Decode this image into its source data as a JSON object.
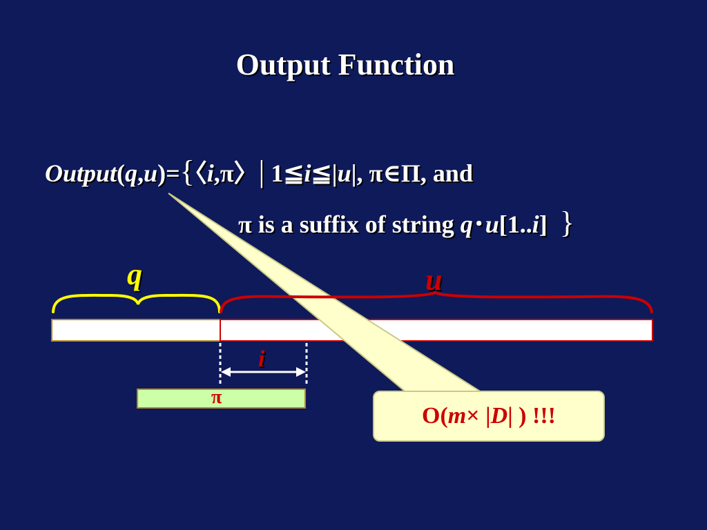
{
  "slide": {
    "title": "Output Function"
  },
  "formula": {
    "lhs_func": "Output",
    "lhs_open": "(",
    "lhs_q": "q",
    "lhs_comma": ",",
    "lhs_u": "u",
    "lhs_close": ")=",
    "brace_open": "{",
    "angle_open": "〈",
    "var_i": "i",
    "pair_rest": ",π",
    "angle_close": "〉",
    "bar": "|",
    "cond_start": " 1≦",
    "cond_i": "i",
    "cond_mid": "≦|",
    "cond_u": "u",
    "cond_end": "|, π∈Π, and",
    "line2_text": "π is a suffix of string ",
    "line2_q": "q",
    "line2_dot": "･",
    "line2_u": "u",
    "line2_range_open": "[1..",
    "line2_i": "i",
    "line2_range_close": "]",
    "brace_close": "}"
  },
  "diagram": {
    "label_q": "q",
    "label_u": "u",
    "label_i": "i",
    "label_pi": "π",
    "colors": {
      "q_brace": "#ffff00",
      "u_brace": "#cc0000",
      "string_bar": "#ffffff",
      "pi_bar": "#ccffa6"
    }
  },
  "callout": {
    "prefix": "O( ",
    "m": "m",
    "times": " × |",
    "D": "D",
    "suffix": "| )  !!!"
  }
}
